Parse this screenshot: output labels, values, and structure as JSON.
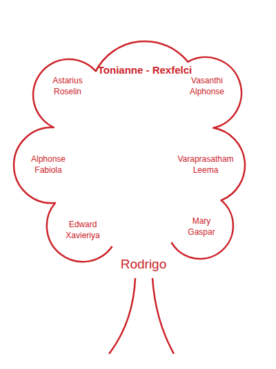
{
  "diagram": {
    "nodes": [
      {
        "text": [
          "Tonianne - Rexfelci",
          "Astarius Roselin",
          "Vasanthi Alphonse",
          "Alphonse Fabiola",
          "Varaprasatham Leema",
          "Edward Xavieriya",
          "Mary Gaspar",
          "Rodrigo"
        ]
      }
    ]
  }
}
